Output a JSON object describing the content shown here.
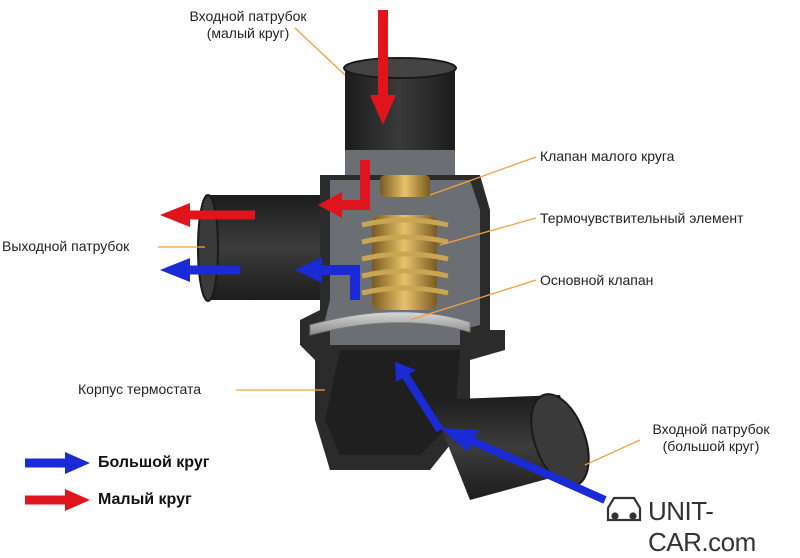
{
  "labels": {
    "inlet_small": [
      "Входной патрубок",
      "(малый круг)"
    ],
    "small_valve": "Клапан малого круга",
    "thermo_element": "Термочувствительный элемент",
    "main_valve": "Основной клапан",
    "outlet": "Выходной патрубок",
    "housing": "Корпус термостата",
    "inlet_big": [
      "Входной патрубок",
      "(большой круг)"
    ]
  },
  "legend": {
    "big": "Большой круг",
    "small": "Малый круг"
  },
  "brand": "UNIT-CAR.com",
  "colors": {
    "big_circle": "#1a2bd6",
    "small_circle": "#e0141c",
    "leader": "#f0a040",
    "body_dark": "#2a2a2a",
    "body_cut": "#6b6f73"
  }
}
